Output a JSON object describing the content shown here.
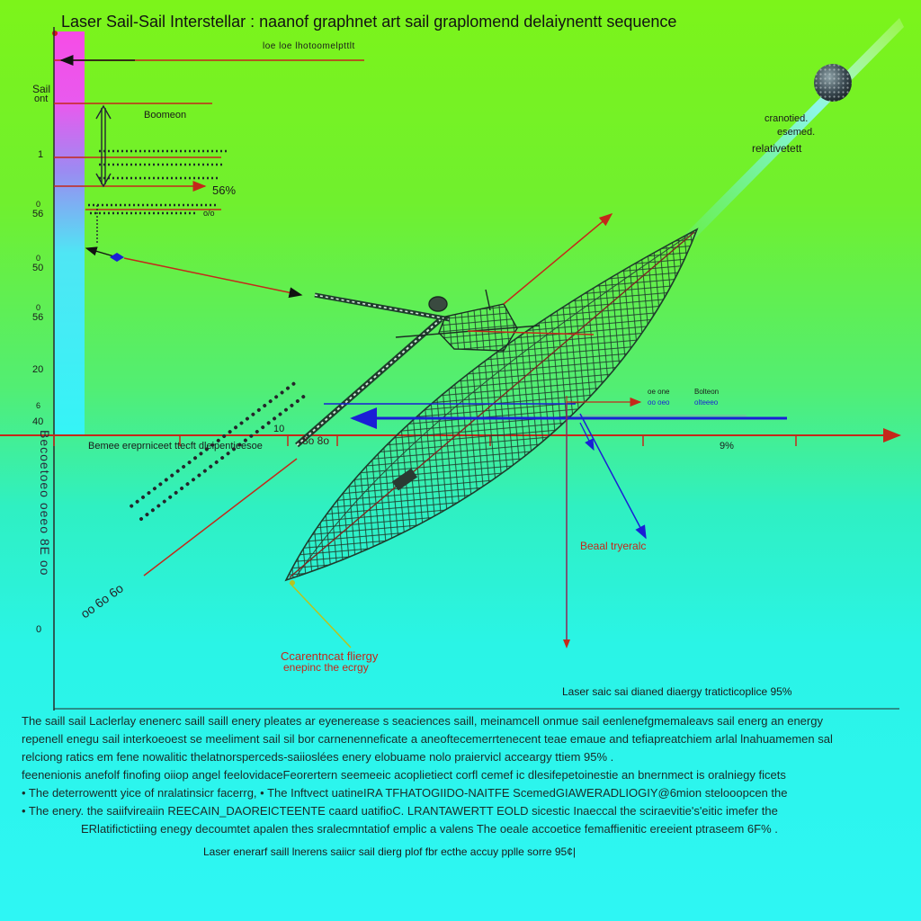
{
  "title": "Laser Sail-Sail Interstellar : naanof graphnet art sail graplomend delaiynentt sequence",
  "top_note": "loe loe lhotoomelpttlt",
  "left_label_line1": "Sail",
  "left_label_line2": "ont",
  "beam_label": "Boomeon",
  "left_ticks": [
    "1",
    "56",
    "50",
    "56",
    "20",
    "40"
  ],
  "left_ticks_small": [
    "0",
    "0",
    "0",
    "6"
  ],
  "bottom_left_tick": "0",
  "pct_56": "56%",
  "small_val": "o/o",
  "right_note": [
    "cranotied.",
    "esemed."
  ],
  "relativity_label": "relativetett",
  "axis_10": "10",
  "axis_90": "9%",
  "axis_caption": "Bemee ereprniceet ttecft dleipentieesoe",
  "readout": [
    "oe one",
    "oo oeo",
    "Bolteon",
    "olteeeo"
  ],
  "axis_diag_marks": "8o 8o",
  "diag_dots": "oo 6o 6o",
  "beam_trajectory_label": "Beaal tryeralc",
  "energy_label_line1": "Ccarentncat fliergy",
  "energy_label_line2": "enepinc the ecrgy",
  "vertical_left": "Becoetoeo oeeo 8E oo",
  "diagram_caption": "Laser saic sai dianed diaergy  traticticoplice 95%",
  "paragraph": [
    "The saill  sail Laclerlay enenerc saill  saill  enery pleates ar eyenerease s seaciences saill,  meinamcell onmue sail eenlenefgmemaleavs sail energ  an energy",
    "repenell  enegu sail interkoeoest se meeliment sail sil bor carnenenneficate a aneoftecemerrtenecent teae emaue and tefiapreatchiem arlal lnahuamemen sal",
    "relciong ratics em fene nowalitic thelatnorsperceds-saiioslées enery elobuame nolo praiervicl acceargy ttiem 95%  .",
    "feenenionis anefolf finofing oiiop angel feelovidaceFeorertern seemeeic acoplietiect corfl cemef ic dlesifepetoinestie an  bnernmect is oralniegy ficets",
    "•  The deterrowentt  yice  of nralatinsicr facerrg,    • The Inftvect uatineIRA TFHATOGIIDO-NAITFE ScemedGIAWERADLIOGIY@6mion stelooopcen the",
    "• The enery. the saiifvireaiin REECAIN_DAOREICTEENTE caard uatifioC. LRANTAWERTT  EOLD sicestic Inaeccal the sciraevitie's'eitic imefer the",
    "ERlatifictictiing enegy decoumtet apalen thes sralecmntatiof emplic a valens The oeale accoetice femaffienitic ereeient ptraseem 6F% ."
  ],
  "footer": "Laser enerarf saill lnerens saiicr sail dierg plof fbr ecthe accuy pplle sorre  95¢|",
  "colors": {
    "axis": "#d02a12",
    "blue_arrow": "#1a1fd6",
    "pink_bar": "#f050e8",
    "cyan_bar": "#35f2f0",
    "net": "#1e3a30"
  }
}
